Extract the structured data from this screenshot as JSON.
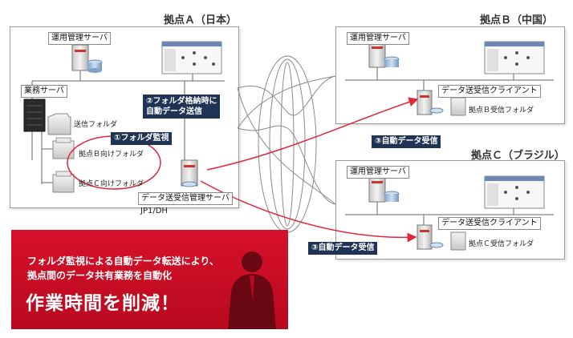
{
  "sites": {
    "a": {
      "title": "拠点Ａ（日本）",
      "ops_server": "運用管理サーバ",
      "business_server": "業務サーバ",
      "send_folder": "送信フォルダ",
      "folder_b": "拠点Ｂ向けフォルダ",
      "folder_c": "拠点Ｃ向けフォルダ",
      "manager_line1": "データ送受信管理サーバ",
      "manager_line2": "JP1/DH"
    },
    "b": {
      "title": "拠点Ｂ（中国）",
      "ops_server": "運用管理サーバ",
      "client": "データ送受信クライアント",
      "recv_folder": "拠点Ｂ受信フォルダ"
    },
    "c": {
      "title": "拠点Ｃ（ブラジル）",
      "ops_server": "運用管理サーバ",
      "client": "データ送受信クライアント",
      "recv_folder": "拠点Ｃ受信フォルダ"
    }
  },
  "steps": {
    "step1": "①フォルダ監視",
    "step2_line1": "②フォルダ格納時に",
    "step2_line2": "自動データ送信",
    "step3_b": "③自動データ受信",
    "step3_c": "③自動データ受信"
  },
  "banner": {
    "line1": "フォルダ監視による自動データ転送により、",
    "line2": "拠点間のデータ共有業務を自動化",
    "headline": "作業時間を削減！"
  },
  "colors": {
    "accent_red": "#d7102a",
    "label_navy": "#1f3454",
    "arrow_red": "#e0283c"
  }
}
